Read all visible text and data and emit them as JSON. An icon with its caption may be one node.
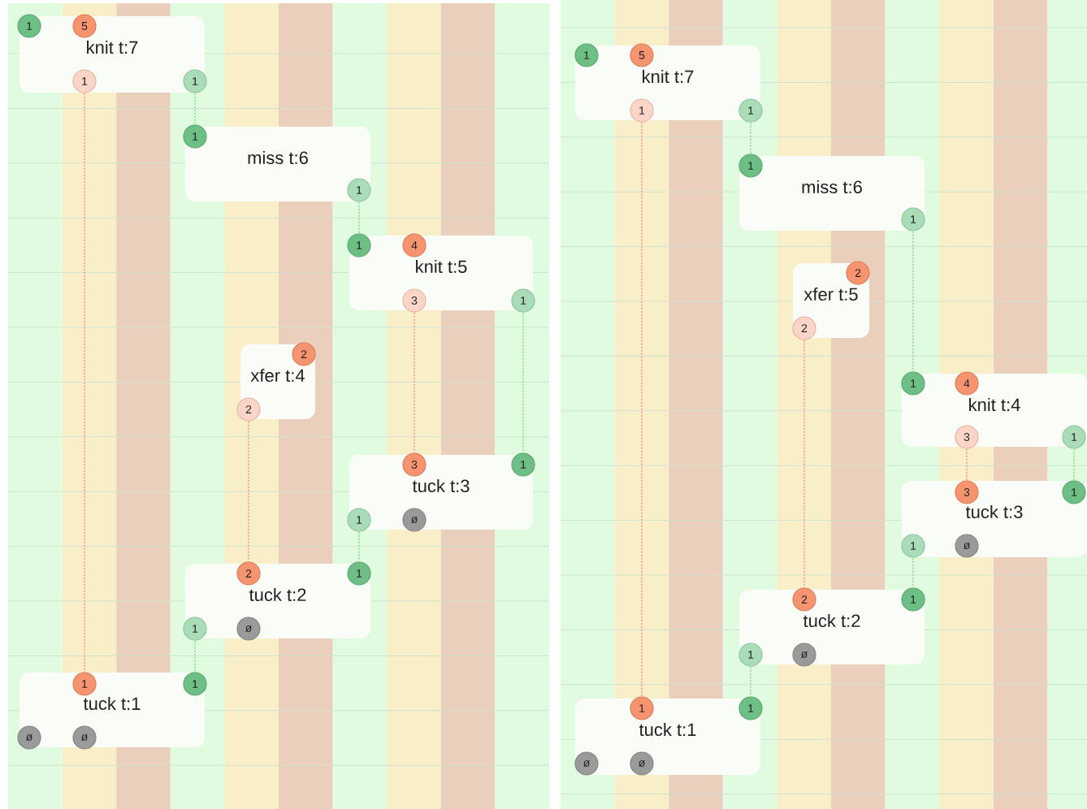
{
  "diagram": {
    "nodes": [
      {
        "text": [
          "knit t:7"
        ]
      },
      {
        "text": [
          "1"
        ],
        "in": 0
      },
      {
        "text": [
          "5"
        ],
        "in": 0
      },
      {
        "text": [
          "1"
        ],
        "in": 0
      },
      {
        "text": [
          "1"
        ],
        "in": 0
      },
      {
        "text": [
          "miss t:6"
        ]
      },
      {
        "text": [
          "1"
        ],
        "in": 5
      },
      {
        "text": [
          "1"
        ],
        "in": 5
      },
      {
        "text": [
          "knit t:5"
        ]
      },
      {
        "text": [
          "1"
        ],
        "in": 8
      },
      {
        "text": [
          "4"
        ],
        "in": 8
      },
      {
        "text": [
          "3"
        ],
        "in": 8
      },
      {
        "text": [
          "1"
        ],
        "in": 8
      },
      {
        "text": [
          "xfer t:4"
        ]
      },
      {
        "text": [
          "2"
        ],
        "in": 13
      },
      {
        "text": [
          "2"
        ],
        "in": 13
      },
      {
        "text": [
          "tuck t:3"
        ]
      },
      {
        "text": [
          "3"
        ],
        "in": 16
      },
      {
        "text": [
          "1"
        ],
        "in": 16
      },
      {
        "text": [
          "1"
        ],
        "in": 16
      },
      {
        "text": [
          "ø"
        ],
        "in": 16
      },
      {
        "text": [
          "tuck t:2"
        ]
      },
      {
        "text": [
          "2"
        ],
        "in": 21
      },
      {
        "text": [
          "1"
        ],
        "in": 21
      },
      {
        "text": [
          "1"
        ],
        "in": 21
      },
      {
        "text": [
          "ø"
        ],
        "in": 21
      },
      {
        "text": [
          "tuck t:1"
        ]
      },
      {
        "text": [
          "1"
        ],
        "in": 26
      },
      {
        "text": [
          "1"
        ],
        "in": 26
      },
      {
        "text": [
          "ø"
        ],
        "in": 26
      },
      {
        "text": [
          "ø"
        ],
        "in": 26
      },
      {
        "text": [
          "knit t:7"
        ]
      },
      {
        "text": [
          "1"
        ],
        "in": 31
      },
      {
        "text": [
          "5"
        ],
        "in": 31
      },
      {
        "text": [
          "1"
        ],
        "in": 31
      },
      {
        "text": [
          "1"
        ],
        "in": 31
      },
      {
        "text": [
          "miss t:6"
        ]
      },
      {
        "text": [
          "1"
        ],
        "in": 36
      },
      {
        "text": [
          "1"
        ],
        "in": 36
      },
      {
        "text": [
          "xfer t:5"
        ]
      },
      {
        "text": [
          "2"
        ],
        "in": 39
      },
      {
        "text": [
          "2"
        ],
        "in": 39
      },
      {
        "text": [
          "knit t:4"
        ]
      },
      {
        "text": [
          "1"
        ],
        "in": 42
      },
      {
        "text": [
          "4"
        ],
        "in": 42
      },
      {
        "text": [
          "3"
        ],
        "in": 42
      },
      {
        "text": [
          "1"
        ],
        "in": 42
      },
      {
        "text": [
          "tuck t:3"
        ]
      },
      {
        "text": [
          "3"
        ],
        "in": 47
      },
      {
        "text": [
          "1"
        ],
        "in": 47
      },
      {
        "text": [
          "1"
        ],
        "in": 47
      },
      {
        "text": [
          "ø"
        ],
        "in": 47
      },
      {
        "text": [
          "tuck t:2"
        ]
      },
      {
        "text": [
          "2"
        ],
        "in": 52
      },
      {
        "text": [
          "1"
        ],
        "in": 52
      },
      {
        "text": [
          "1"
        ],
        "in": 52
      },
      {
        "text": [
          "ø"
        ],
        "in": 52
      },
      {
        "text": [
          "tuck t:1"
        ]
      },
      {
        "text": [
          "1"
        ],
        "in": 57
      },
      {
        "text": [
          "1"
        ],
        "in": 57
      },
      {
        "text": [
          "ø"
        ],
        "in": 57
      },
      {
        "text": [
          "ø"
        ],
        "in": 57
      }
    ],
    "edges": [
      {
        "from": 3,
        "to": 27,
        "arrow": "none",
        "style": "dashed",
        "color": "#f2a08c"
      },
      {
        "from": 4,
        "to": 6,
        "arrow": "none",
        "style": "dashed"
      },
      {
        "from": 7,
        "to": 9,
        "arrow": "none",
        "style": "dashed"
      },
      {
        "from": 11,
        "to": 17,
        "arrow": "none",
        "style": "dashed",
        "color": "#f2a08c"
      },
      {
        "from": 12,
        "to": 18,
        "arrow": "none",
        "style": "dashed"
      },
      {
        "from": 15,
        "to": 22,
        "arrow": "none",
        "style": "dashed",
        "color": "#f2a08c"
      },
      {
        "from": 19,
        "to": 23,
        "arrow": "none",
        "style": "dashed"
      },
      {
        "from": 24,
        "to": 28,
        "arrow": "none",
        "style": "dashed"
      },
      {
        "from": 34,
        "to": 58,
        "arrow": "none",
        "style": "dashed",
        "color": "#f2a08c"
      },
      {
        "from": 35,
        "to": 37,
        "arrow": "none",
        "style": "dashed"
      },
      {
        "from": 38,
        "to": 43,
        "arrow": "none",
        "style": "dashed"
      },
      {
        "from": 41,
        "to": 53,
        "arrow": "none",
        "style": "dashed",
        "color": "#f2a08c"
      },
      {
        "from": 45,
        "to": 48,
        "arrow": "none",
        "style": "dashed",
        "color": "#f2a08c"
      },
      {
        "from": 46,
        "to": 49,
        "arrow": "none",
        "style": "dashed"
      },
      {
        "from": 50,
        "to": 54,
        "arrow": "none",
        "style": "dashed"
      },
      {
        "from": 55,
        "to": 59,
        "arrow": "none",
        "style": "dashed"
      }
    ]
  }
}
